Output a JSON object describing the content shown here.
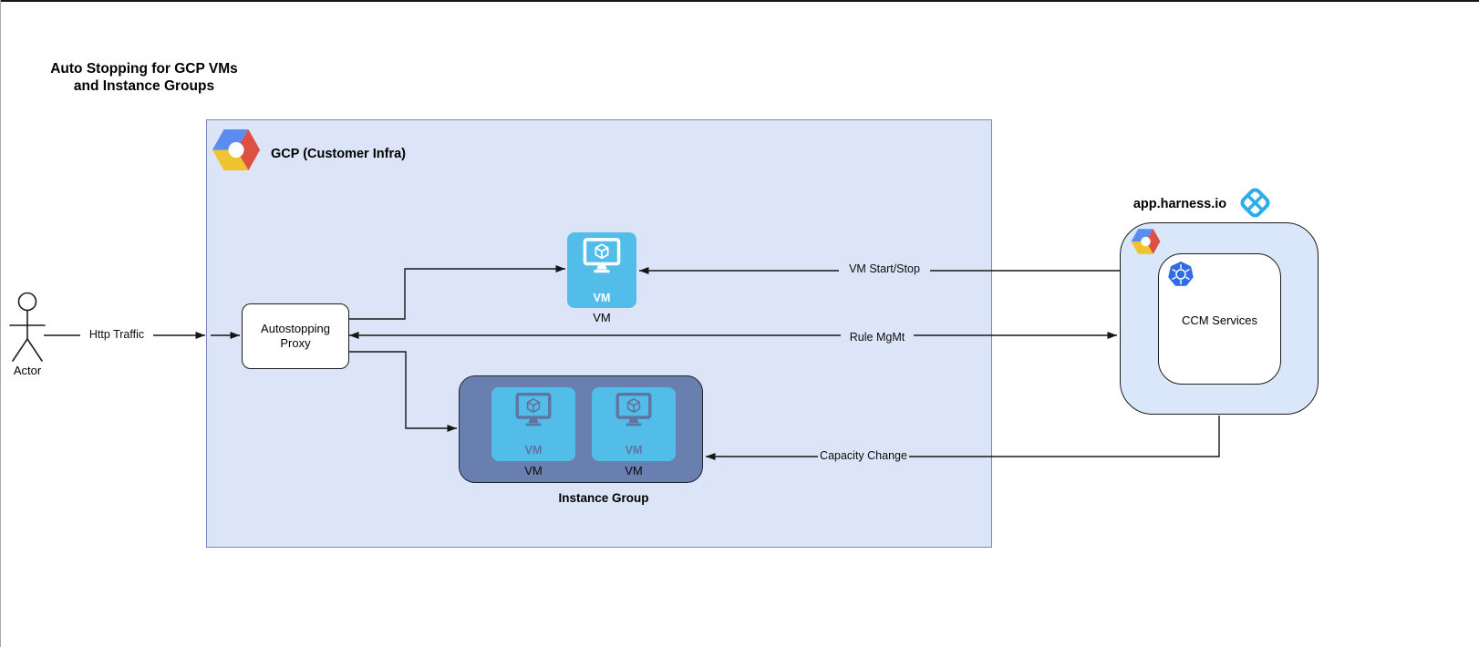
{
  "diagram": {
    "title_line1": "Auto Stopping for GCP VMs",
    "title_line2": "and Instance Groups"
  },
  "actor": {
    "label": "Actor"
  },
  "gcp": {
    "label": "GCP (Customer Infra)"
  },
  "proxy": {
    "line1": "Autostopping",
    "line2": "Proxy"
  },
  "vm": {
    "badge": "VM",
    "label": "VM"
  },
  "instance_group": {
    "label": "Instance Group",
    "vms": [
      {
        "badge": "VM",
        "label": "VM"
      },
      {
        "badge": "VM",
        "label": "VM"
      }
    ]
  },
  "harness": {
    "domain": "app.harness.io",
    "ccm": "CCM Services"
  },
  "edges": {
    "http_traffic": "Http Traffic",
    "vm_start_stop": "VM Start/Stop",
    "rule_mgmt": "Rule MgMt",
    "capacity_change": "Capacity Change"
  },
  "colors": {
    "gcp_box_fill": "#dbe5f7",
    "gcp_box_border": "#7787bb",
    "harness_box_fill": "#dae7fb",
    "vm_blue": "#53bde9",
    "instance_group_fill": "#697fb0",
    "instance_group_glyph": "#5f74a0",
    "kubernetes_blue": "#326ce5",
    "harness_logo_blue": "#2badea",
    "gcp_logo_blue": "#5b8df0",
    "gcp_logo_red": "#dd5144",
    "gcp_logo_yellow": "#f0c42e"
  }
}
